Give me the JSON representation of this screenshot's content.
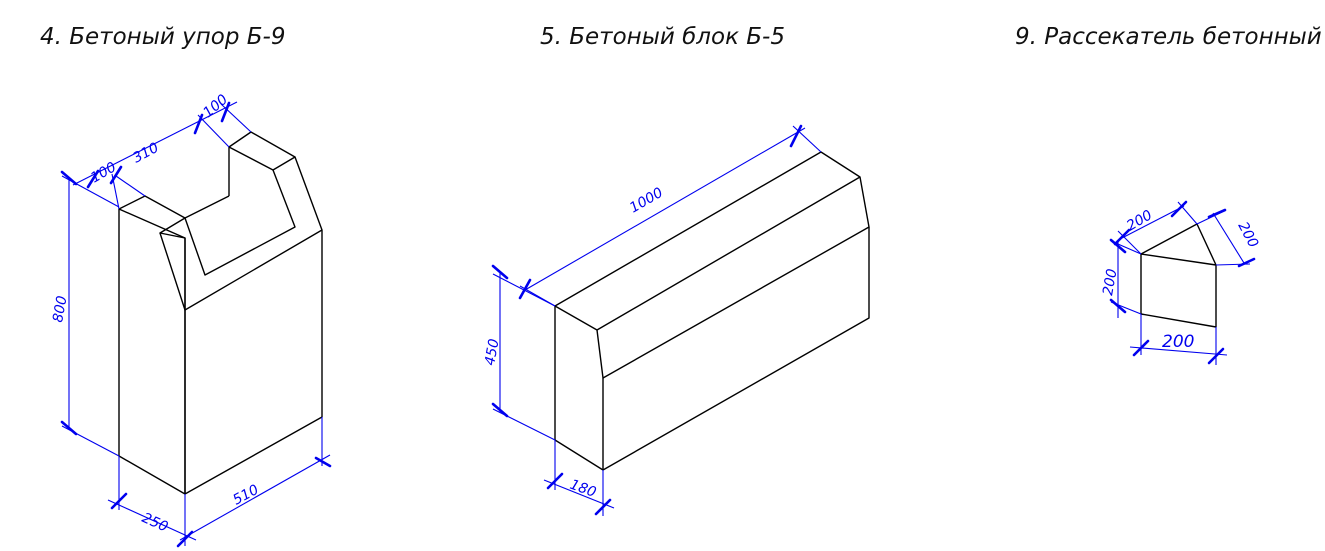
{
  "titles": {
    "stop": "4. Бетоный упор Б-9",
    "block": "5. Бетоный блок Б-5",
    "splitter": "9. Рассекатель бетонный"
  },
  "stop_dims": {
    "top_left": "100",
    "top_mid": "310",
    "top_right": "100",
    "height": "800",
    "width": "250",
    "length": "510"
  },
  "block_dims": {
    "length": "1000",
    "height": "450",
    "width": "180"
  },
  "splitter_dims": {
    "top_edge": "200",
    "right_edge": "200",
    "height": "200",
    "bottom": "200"
  },
  "colors": {
    "dimension": "#0000ee",
    "outline": "#000000",
    "background": "#ffffff"
  }
}
